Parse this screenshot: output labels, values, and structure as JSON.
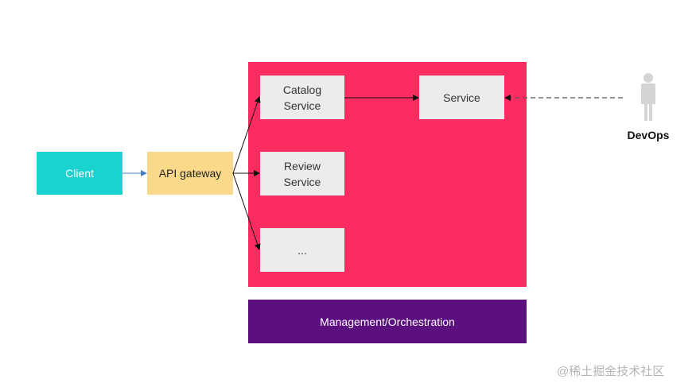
{
  "nodes": {
    "client": "Client",
    "api_gateway": "API gateway",
    "catalog_service": "Catalog\nService",
    "review_service": "Review\nService",
    "more_services": "...",
    "service": "Service",
    "management": "Management/Orchestration",
    "devops": "DevOps"
  },
  "watermark": "@稀土掘金技术社区",
  "colors": {
    "client": "#19d3d0",
    "api_gateway": "#fbd98a",
    "cluster": "#fe2d61",
    "service_box": "#ececec",
    "management": "#5c0f7e",
    "client_arrow": "#4a7ec7",
    "person_icon": "#d4d4d4"
  }
}
